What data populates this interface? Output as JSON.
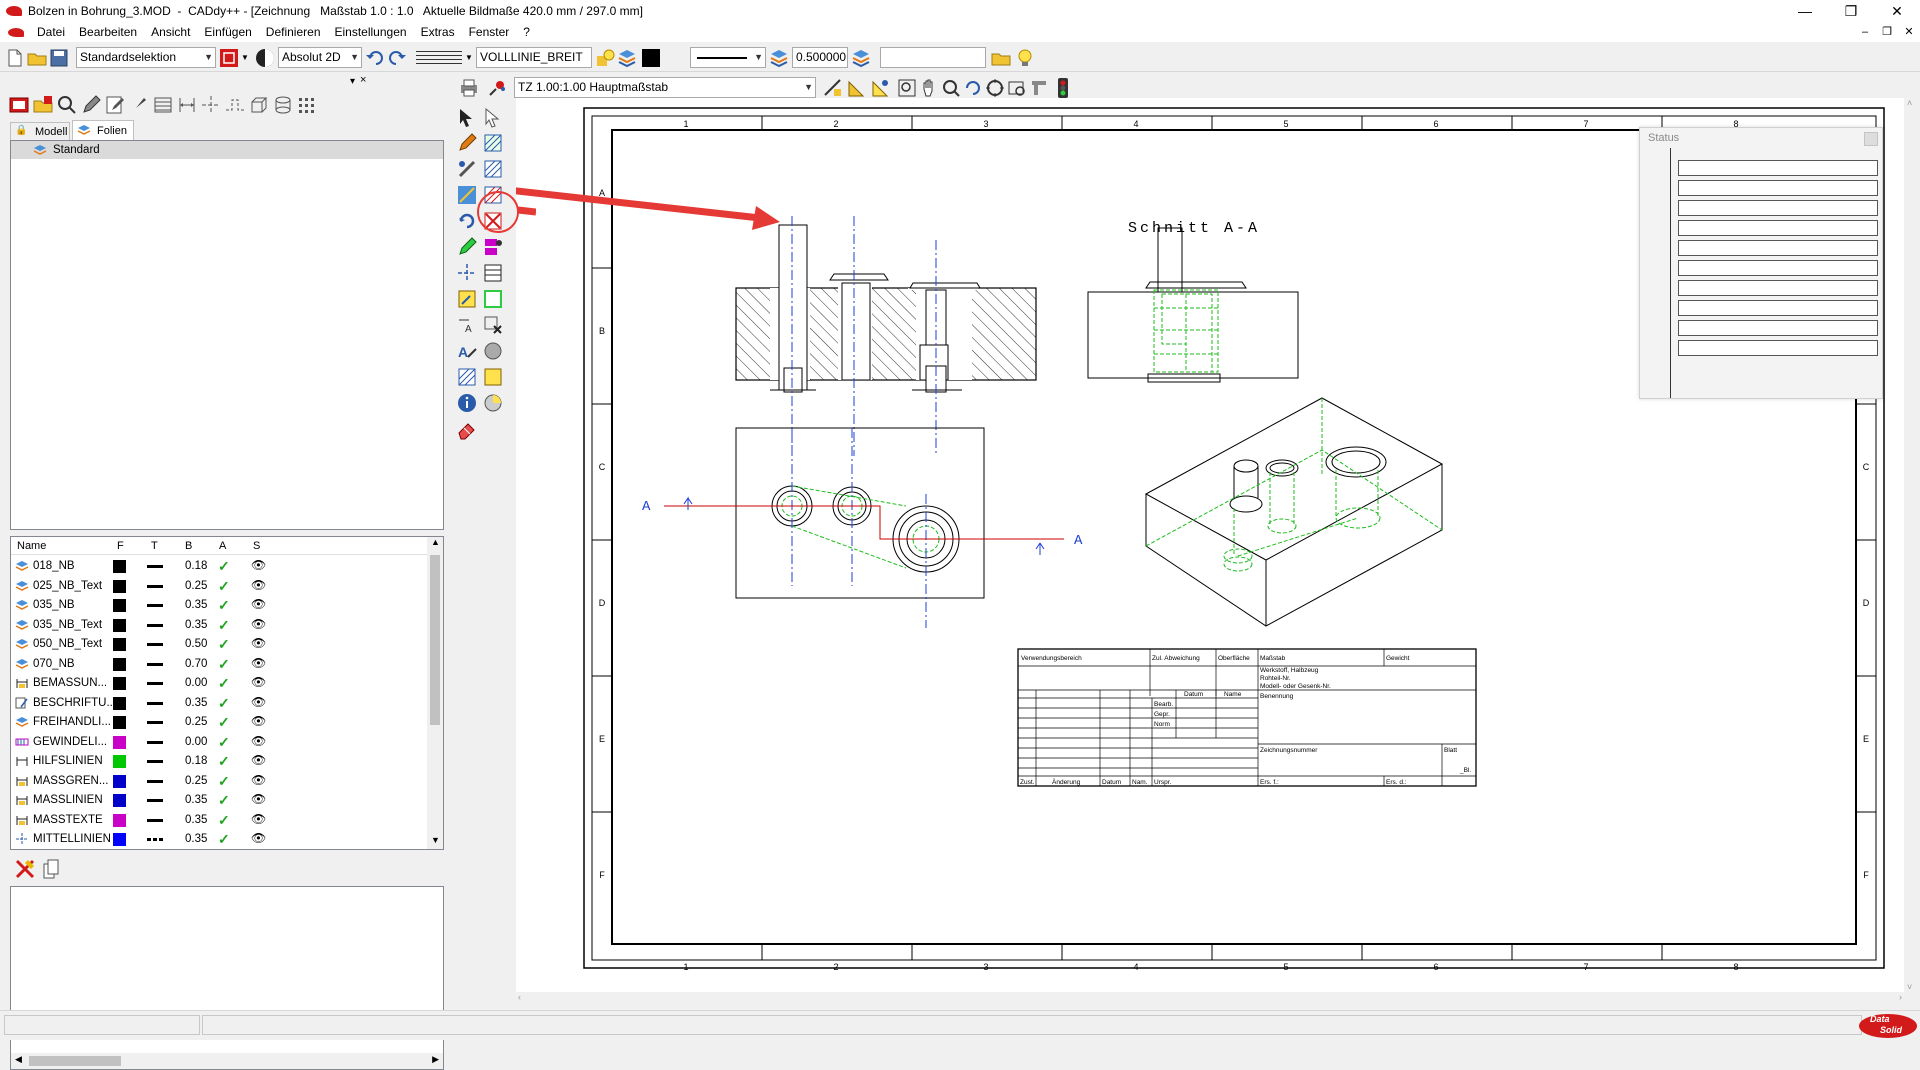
{
  "titlebar": {
    "title": "Bolzen in Bohrung_3.MOD  -  CADdy++ - [Zeichnung   Maßstab 1.0 : 1.0   Aktuelle Bildmaße 420.0 mm / 297.0 mm]",
    "minimize": "—",
    "maximize": "❐",
    "close": "✕"
  },
  "menubar": {
    "items": [
      "Datei",
      "Bearbeiten",
      "Ansicht",
      "Einfügen",
      "Definieren",
      "Einstellungen",
      "Extras",
      "Fenster",
      "?"
    ],
    "mdi_minimize": "–",
    "mdi_restore": "❐",
    "mdi_close": "✕"
  },
  "toolbar": {
    "selection_mode": "Standardselektion",
    "coord_mode": "Absolut 2D",
    "linetype": "VOLLLINIE_BREIT",
    "line_width": "0.500000",
    "text_field": ""
  },
  "view_toolbar": {
    "scale": "TZ 1.00:1.00 Hauptmaßstab"
  },
  "left_panel": {
    "tabs": [
      "Modell",
      "Folien"
    ],
    "active_tab": "Folien",
    "tree_items": [
      "Standard"
    ],
    "layer_columns": [
      "Name",
      "F",
      "T",
      "B",
      "A",
      "S"
    ],
    "layers": [
      {
        "name": "018_NB",
        "color": "#000000",
        "weight": "0.18",
        "linetype": "solid",
        "icon": "layer-icon"
      },
      {
        "name": "025_NB_Text",
        "color": "#000000",
        "weight": "0.25",
        "linetype": "solid",
        "icon": "layer-icon"
      },
      {
        "name": "035_NB",
        "color": "#000000",
        "weight": "0.35",
        "linetype": "solid",
        "icon": "layer-icon"
      },
      {
        "name": "035_NB_Text",
        "color": "#000000",
        "weight": "0.35",
        "linetype": "solid",
        "icon": "layer-icon"
      },
      {
        "name": "050_NB_Text",
        "color": "#000000",
        "weight": "0.50",
        "linetype": "solid",
        "icon": "layer-icon"
      },
      {
        "name": "070_NB",
        "color": "#000000",
        "weight": "0.70",
        "linetype": "solid",
        "icon": "layer-icon"
      },
      {
        "name": "BEMASSUN...",
        "color": "#000000",
        "weight": "0.00",
        "linetype": "solid",
        "icon": "dimension-icon"
      },
      {
        "name": "BESCHRIFTU...",
        "color": "#000000",
        "weight": "0.35",
        "linetype": "solid",
        "icon": "text-edit-icon"
      },
      {
        "name": "FREIHANDLI...",
        "color": "#000000",
        "weight": "0.25",
        "linetype": "solid",
        "icon": "layer-icon"
      },
      {
        "name": "GEWINDELI...",
        "color": "#c800c8",
        "weight": "0.00",
        "linetype": "solid",
        "icon": "thread-icon"
      },
      {
        "name": "HILFSLINIEN",
        "color": "#00c800",
        "weight": "0.18",
        "linetype": "solid",
        "icon": "auxline-icon"
      },
      {
        "name": "MASSGREN...",
        "color": "#0000c8",
        "weight": "0.25",
        "linetype": "solid",
        "icon": "dimension-icon"
      },
      {
        "name": "MASSLINIEN",
        "color": "#0000c8",
        "weight": "0.35",
        "linetype": "solid",
        "icon": "dimension-icon"
      },
      {
        "name": "MASSTEXTE",
        "color": "#c800c8",
        "weight": "0.35",
        "linetype": "solid",
        "icon": "dimension-icon"
      },
      {
        "name": "MITTELLINIEN",
        "color": "#0000ff",
        "weight": "0.35",
        "linetype": "dashdot",
        "icon": "centerline-icon"
      }
    ]
  },
  "drawing": {
    "section_title": "Schnitt A-A",
    "section_marker": "A",
    "column_labels": [
      "1",
      "2",
      "3",
      "4",
      "5",
      "6",
      "7",
      "8"
    ],
    "row_labels": [
      "A",
      "B",
      "C",
      "D",
      "E",
      "F"
    ],
    "title_block": {
      "verwendungsbereich": "Verwendungsbereich",
      "zul_abweichung": "Zul. Abweichung",
      "oberflaeche": "Oberfläche",
      "massstab": "Maßstab",
      "gewicht": "Gewicht",
      "werkstoff": "Werkstoff, Halbzeug",
      "rohteil": "Rohteil-Nr.",
      "modell": "Modell- oder Gesenk-Nr.",
      "datum": "Datum",
      "name": "Name",
      "bearb": "Bearb.",
      "gepr": "Gepr.",
      "norm": "Norm",
      "benennung": "Benennung",
      "zeichnungsnummer": "Zeichnungsnummer",
      "blatt": "Blatt",
      "bl": "_Bl.",
      "zust": "Zust.",
      "aenderung": "Änderung",
      "datum2": "Datum",
      "nam": "Nam.",
      "urspr": "Urspr.",
      "ers_f": "Ers. f.:",
      "ers_d": "Ers. d.:"
    }
  },
  "status_panel": {
    "title": "Status"
  },
  "logo": {
    "text_top": "Data",
    "text_bottom": "Solid"
  }
}
